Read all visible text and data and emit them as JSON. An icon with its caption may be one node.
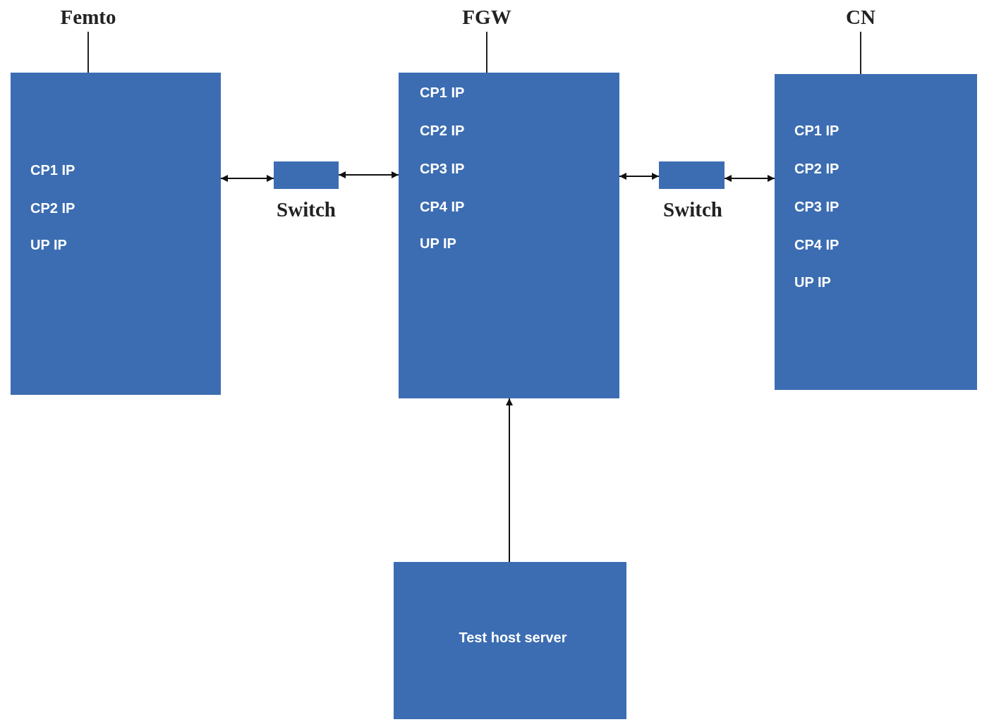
{
  "diagram": {
    "nodes": [
      {
        "text": [
          "Femto",
          "CP1 IP",
          "CP2 IP",
          "UP IP"
        ]
      },
      {
        "text": [
          "Switch"
        ]
      },
      {
        "text": [
          "FGW",
          "CP1 IP",
          "CP2 IP",
          "CP3 IP",
          "CP4 IP",
          "UP IP"
        ]
      },
      {
        "text": [
          "Switch"
        ]
      },
      {
        "text": [
          "CN",
          "CP1 IP",
          "CP2 IP",
          "CP3 IP",
          "CP4 IP",
          "UP IP"
        ]
      },
      {
        "text": [
          "Test host server"
        ]
      }
    ],
    "edges": [
      {
        "from": 0,
        "to": 1,
        "arrow": "both"
      },
      {
        "from": 1,
        "to": 2,
        "arrow": "both"
      },
      {
        "from": 2,
        "to": 3,
        "arrow": "both"
      },
      {
        "from": 3,
        "to": 4,
        "arrow": "both"
      },
      {
        "from": 5,
        "to": 2,
        "arrow": "to"
      }
    ]
  }
}
